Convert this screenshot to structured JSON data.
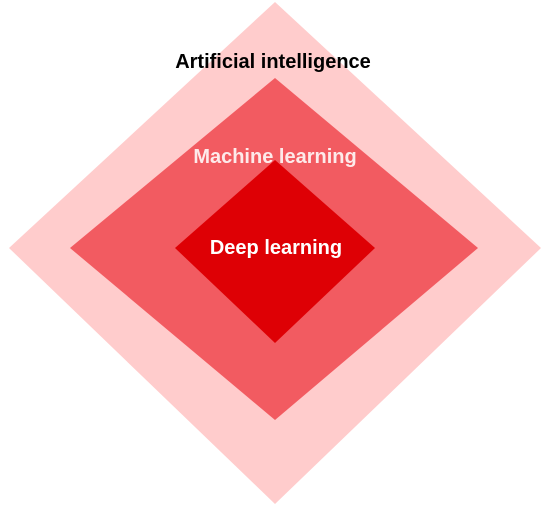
{
  "diagram": {
    "layers": [
      {
        "label": "Artificial intelligence",
        "fill": "#FFCCCC",
        "text_color": "#000000"
      },
      {
        "label": "Machine learning",
        "fill": "#F25B61",
        "text_color": "#FDEAEA"
      },
      {
        "label": "Deep learning",
        "fill": "#DE0005",
        "text_color": "#FFFFFF"
      }
    ]
  }
}
